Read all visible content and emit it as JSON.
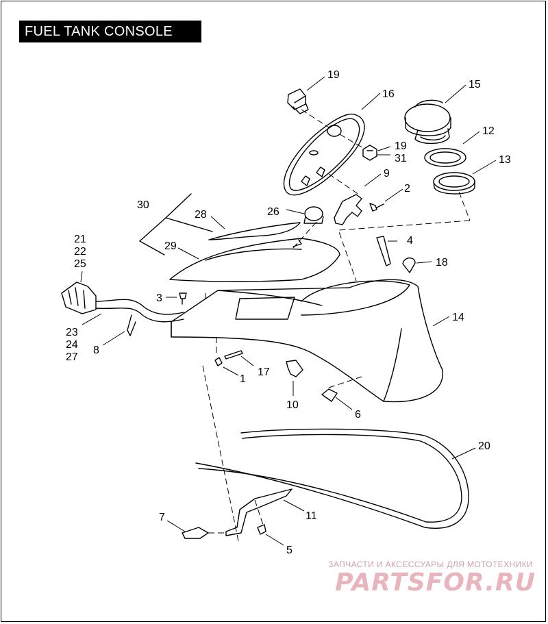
{
  "title": "FUEL TANK CONSOLE",
  "callouts": {
    "c1": "1",
    "c2": "2",
    "c3": "3",
    "c4": "4",
    "c5": "5",
    "c6": "6",
    "c7": "7",
    "c8": "8",
    "c9": "9",
    "c10": "10",
    "c11": "11",
    "c12": "12",
    "c13": "13",
    "c14": "14",
    "c15": "15",
    "c16": "16",
    "c17": "17",
    "c18": "18",
    "c19a": "19",
    "c19b": "19",
    "c20": "20",
    "c21": "21",
    "c22": "22",
    "c23": "23",
    "c24": "24",
    "c25": "25",
    "c26": "26",
    "c27": "27",
    "c28": "28",
    "c29": "29",
    "c30": "30",
    "c31": "31"
  },
  "watermark": {
    "tagline": "ЗАПЧАСТИ И АКСЕССУАРЫ ДЛЯ МОТОТЕХНИКИ",
    "logo": "PARTSFOR.RU"
  }
}
